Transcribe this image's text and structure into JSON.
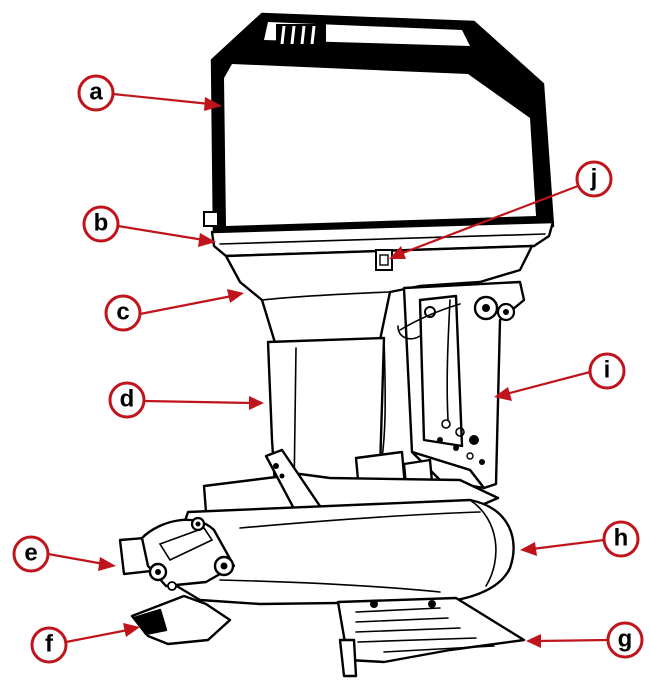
{
  "colors": {
    "accent": "#c0141c",
    "ink": "#000000",
    "background": "#ffffff"
  },
  "callouts": {
    "a": "a",
    "b": "b",
    "c": "c",
    "d": "d",
    "e": "e",
    "f": "f",
    "g": "g",
    "h": "h",
    "i": "i",
    "j": "j"
  }
}
